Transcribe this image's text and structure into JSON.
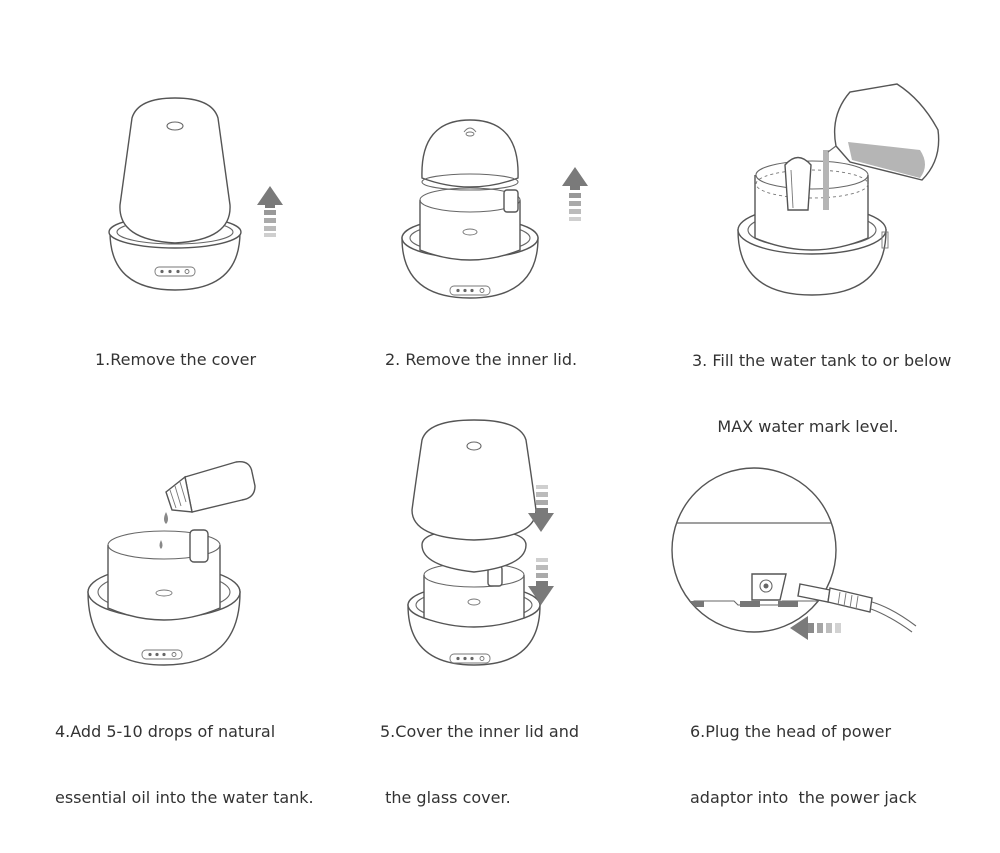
{
  "colors": {
    "line": "#555555",
    "arrow_dark": "#7a7a7a",
    "arrow_light": "#c8c8c8",
    "water": "#b5b5b5",
    "text": "#333333"
  },
  "steps": [
    {
      "id": 1,
      "lines": [
        "1.Remove the cover"
      ],
      "arrow": "up-arrow"
    },
    {
      "id": 2,
      "lines": [
        "2. Remove the inner lid."
      ],
      "arrow": "up-arrow"
    },
    {
      "id": 3,
      "lines": [
        "3. Fill the water tank to or below",
        "     MAX water mark level."
      ],
      "icon": "measuring-cup"
    },
    {
      "id": 4,
      "lines": [
        "4.Add 5-10 drops of natural",
        "essential oil into the water tank."
      ],
      "icon": "oil-bottle"
    },
    {
      "id": 5,
      "lines": [
        "5.Cover the inner lid and",
        " the glass cover."
      ],
      "arrow": "down-arrow"
    },
    {
      "id": 6,
      "lines": [
        "6.Plug the head of power",
        "adaptor into  the power jack"
      ],
      "arrow": "left-arrow"
    }
  ]
}
